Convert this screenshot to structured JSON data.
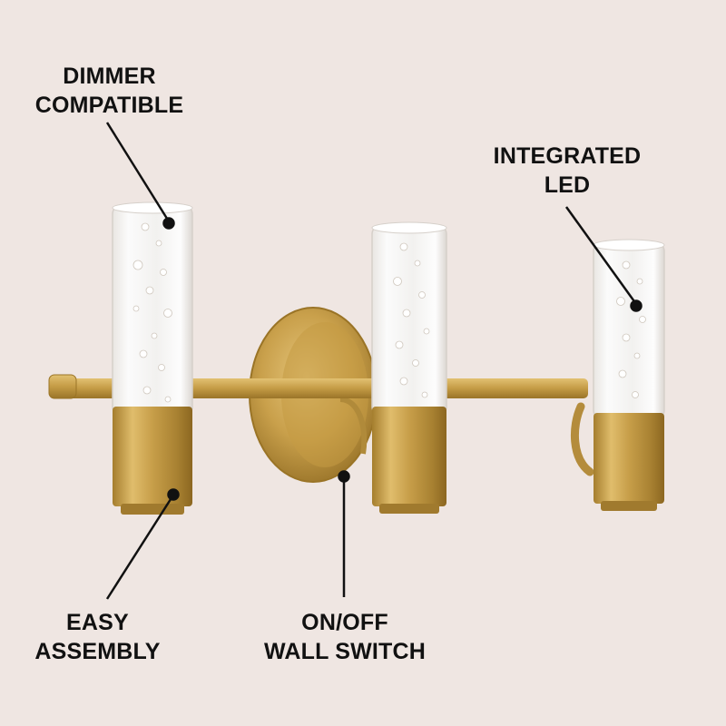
{
  "colors": {
    "background": "#efe6e2",
    "brass": "#c9a14a",
    "brass_dark": "#9a7426",
    "glass": "#f4f3f2",
    "text": "#111111"
  },
  "callouts": {
    "dimmer": {
      "line1": "DIMMER",
      "line2": "COMPATIBLE"
    },
    "led": {
      "line1": "INTEGRATED",
      "line2": "LED"
    },
    "assembly": {
      "line1": "EASY",
      "line2": "ASSEMBLY"
    },
    "switch": {
      "line1": "ON/OFF",
      "line2": "WALL SWITCH"
    }
  },
  "product": {
    "shade_count": 3,
    "finish": "brass",
    "shade_material": "clear bubble glass"
  }
}
